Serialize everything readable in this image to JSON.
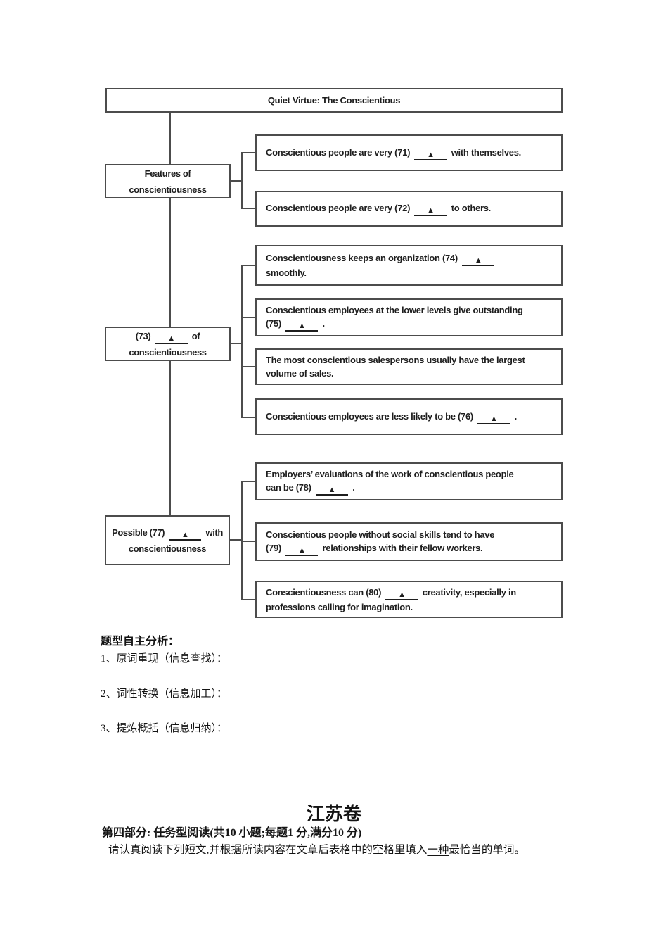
{
  "colors": {
    "text": "#1d1d1d",
    "border": "#4c4c4c",
    "background": "#ffffff"
  },
  "diagram": {
    "blank_symbol": "▲",
    "title": "Quiet Virtue: The Conscientious",
    "left_boxes": [
      {
        "id": "features",
        "segments": [
          {
            "t": "text",
            "v": "Features of"
          },
          {
            "t": "br"
          },
          {
            "t": "text",
            "v": "conscientiousness"
          }
        ]
      },
      {
        "id": "box-73",
        "segments": [
          {
            "t": "text",
            "v": "(73) "
          },
          {
            "t": "blank"
          },
          {
            "t": "text",
            "v": " of"
          },
          {
            "t": "br"
          },
          {
            "t": "text",
            "v": "conscientiousness"
          }
        ]
      },
      {
        "id": "box-77",
        "segments": [
          {
            "t": "text",
            "v": "Possible (77) "
          },
          {
            "t": "blank"
          },
          {
            "t": "text",
            "v": " with"
          },
          {
            "t": "br"
          },
          {
            "t": "text",
            "v": "conscientiousness"
          }
        ]
      }
    ],
    "right_boxes": [
      {
        "id": "item-71",
        "segments": [
          {
            "t": "text",
            "v": "Conscientious people are very (71) "
          },
          {
            "t": "blank"
          },
          {
            "t": "text",
            "v": " with themselves."
          }
        ]
      },
      {
        "id": "item-72",
        "segments": [
          {
            "t": "text",
            "v": "Conscientious people are very (72) "
          },
          {
            "t": "blank"
          },
          {
            "t": "text",
            "v": " to others."
          }
        ]
      },
      {
        "id": "item-74",
        "segments": [
          {
            "t": "text",
            "v": "Conscientiousness keeps an organization (74) "
          },
          {
            "t": "blank"
          },
          {
            "t": "br"
          },
          {
            "t": "text",
            "v": "smoothly."
          }
        ]
      },
      {
        "id": "item-75",
        "segments": [
          {
            "t": "text",
            "v": "Conscientious employees at the lower levels give outstanding"
          },
          {
            "t": "br"
          },
          {
            "t": "text",
            "v": "(75) "
          },
          {
            "t": "blank"
          },
          {
            "t": "text",
            "v": " ."
          }
        ]
      },
      {
        "id": "item-sales",
        "segments": [
          {
            "t": "text",
            "v": "The most conscientious salespersons usually have the largest"
          },
          {
            "t": "br"
          },
          {
            "t": "text",
            "v": "volume of sales."
          }
        ]
      },
      {
        "id": "item-76",
        "segments": [
          {
            "t": "text",
            "v": "Conscientious employees are less likely to be (76) "
          },
          {
            "t": "blank"
          },
          {
            "t": "text",
            "v": " ."
          }
        ]
      },
      {
        "id": "item-78",
        "segments": [
          {
            "t": "text",
            "v": "Employers’ evaluations of the work of conscientious people"
          },
          {
            "t": "br"
          },
          {
            "t": "text",
            "v": "can be (78) "
          },
          {
            "t": "blank"
          },
          {
            "t": "text",
            "v": " ."
          }
        ]
      },
      {
        "id": "item-79",
        "segments": [
          {
            "t": "text",
            "v": "Conscientious people without social skills tend to have"
          },
          {
            "t": "br"
          },
          {
            "t": "text",
            "v": "(79) "
          },
          {
            "t": "blank"
          },
          {
            "t": "text",
            "v": " relationships with their fellow workers."
          }
        ]
      },
      {
        "id": "item-80",
        "segments": [
          {
            "t": "text",
            "v": "Conscientiousness can (80) "
          },
          {
            "t": "blank"
          },
          {
            "t": "text",
            "v": " creativity, especially in"
          },
          {
            "t": "br"
          },
          {
            "t": "text",
            "v": "professions calling for imagination."
          }
        ]
      }
    ]
  },
  "analysis": {
    "heading": "题型自主分析：",
    "items": [
      "1、原词重现（信息查找）：",
      "2、词性转换（信息加工）：",
      "3、提炼概括（信息归纳）："
    ]
  },
  "jiangsu": {
    "title": "江苏卷",
    "part_heading": "第四部分: 任务型阅读(共10 小题;每题1 分,满分10 分)",
    "instruction_segments": [
      {
        "t": "text",
        "v": "请认真阅读下列短文,并根据所读内容在文章后表格中的空格里填入"
      },
      {
        "t": "u",
        "v": "一种"
      },
      {
        "t": "text",
        "v": "最恰当的单词。"
      }
    ]
  }
}
